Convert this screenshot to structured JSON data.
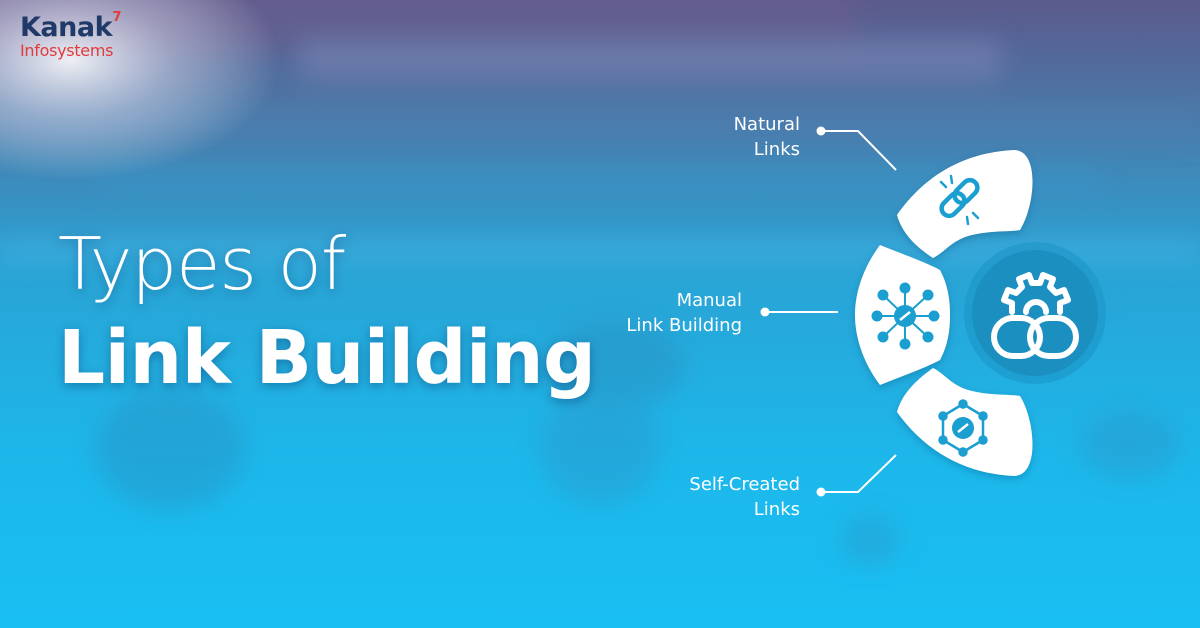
{
  "logo": {
    "brand": "Kanak",
    "mark": "7",
    "sub": "Infosystems"
  },
  "title": {
    "line1": "Types of",
    "line2": "Link Building"
  },
  "labels": {
    "natural": {
      "line1": "Natural",
      "line2": "Links"
    },
    "manual": {
      "line1": "Manual",
      "line2": "Link Building"
    },
    "self": {
      "line1": "Self-Created",
      "line2": "Links"
    }
  },
  "colors": {
    "sky_top": "#5a5f8e",
    "sky_mid": "#2fa6d6",
    "sky_bottom": "#18bff0",
    "title": "#ffffff",
    "icon": "#1b9ed0",
    "logo_blue": "#1f3a68",
    "logo_red": "#e23b3b"
  },
  "icons": {
    "natural": "broken-chain-icon",
    "manual": "network-link-icon",
    "self": "hexagon-link-icon",
    "center": "gear-chain-icon"
  }
}
